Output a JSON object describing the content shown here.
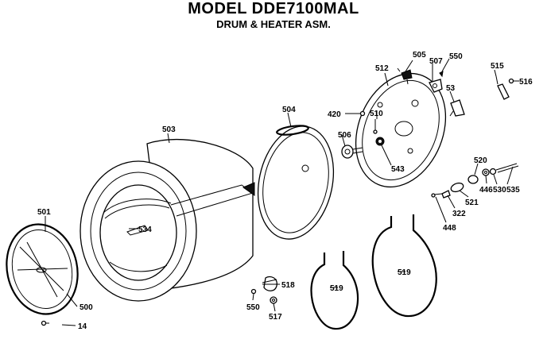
{
  "title": "MODEL DDE7100MAL",
  "subtitle": "DRUM & HEATER ASM.",
  "parts": {
    "p501": "501",
    "p500": "500",
    "p14": "14",
    "p503": "503",
    "p534": "534",
    "p504": "504",
    "p506": "506",
    "p420": "420",
    "p510": "510",
    "p512": "512",
    "p543": "543",
    "p505": "505",
    "p507": "507",
    "p550a": "550",
    "p53": "53",
    "p515": "515",
    "p516": "516",
    "p520": "520",
    "p446": "446",
    "p530": "530",
    "p535": "535",
    "p521": "521",
    "p322": "322",
    "p448": "448",
    "p519a": "519",
    "p519b": "519",
    "p518": "518",
    "p550b": "550",
    "p517": "517"
  }
}
